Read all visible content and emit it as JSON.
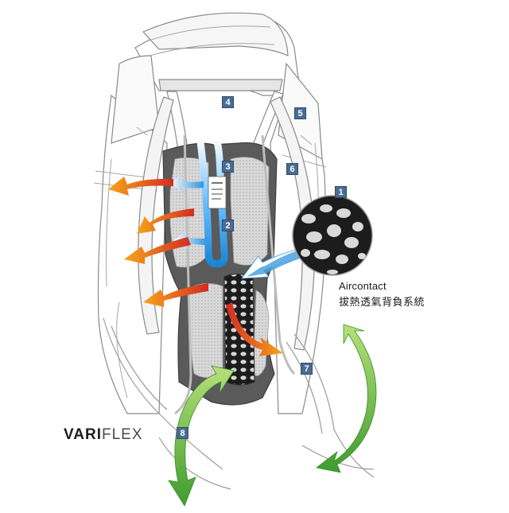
{
  "callouts": {
    "n1": "1",
    "n2": "2",
    "n3": "3",
    "n4": "4",
    "n5": "5",
    "n6": "6",
    "n7": "7",
    "n8": "8"
  },
  "aircontact": {
    "title": "Aircontact",
    "subtitle": "拔熱透氣背負系統"
  },
  "brand": {
    "part1": "VARI",
    "part2": "FLEX"
  },
  "colors": {
    "outline": "#8a8a8a",
    "badge": "#4a6c93",
    "airflow_cool": "#3aa0e0",
    "airflow_hot": "#e8501e",
    "flex_arrow": "#59b542",
    "back_panel": "#5a5a5a"
  }
}
